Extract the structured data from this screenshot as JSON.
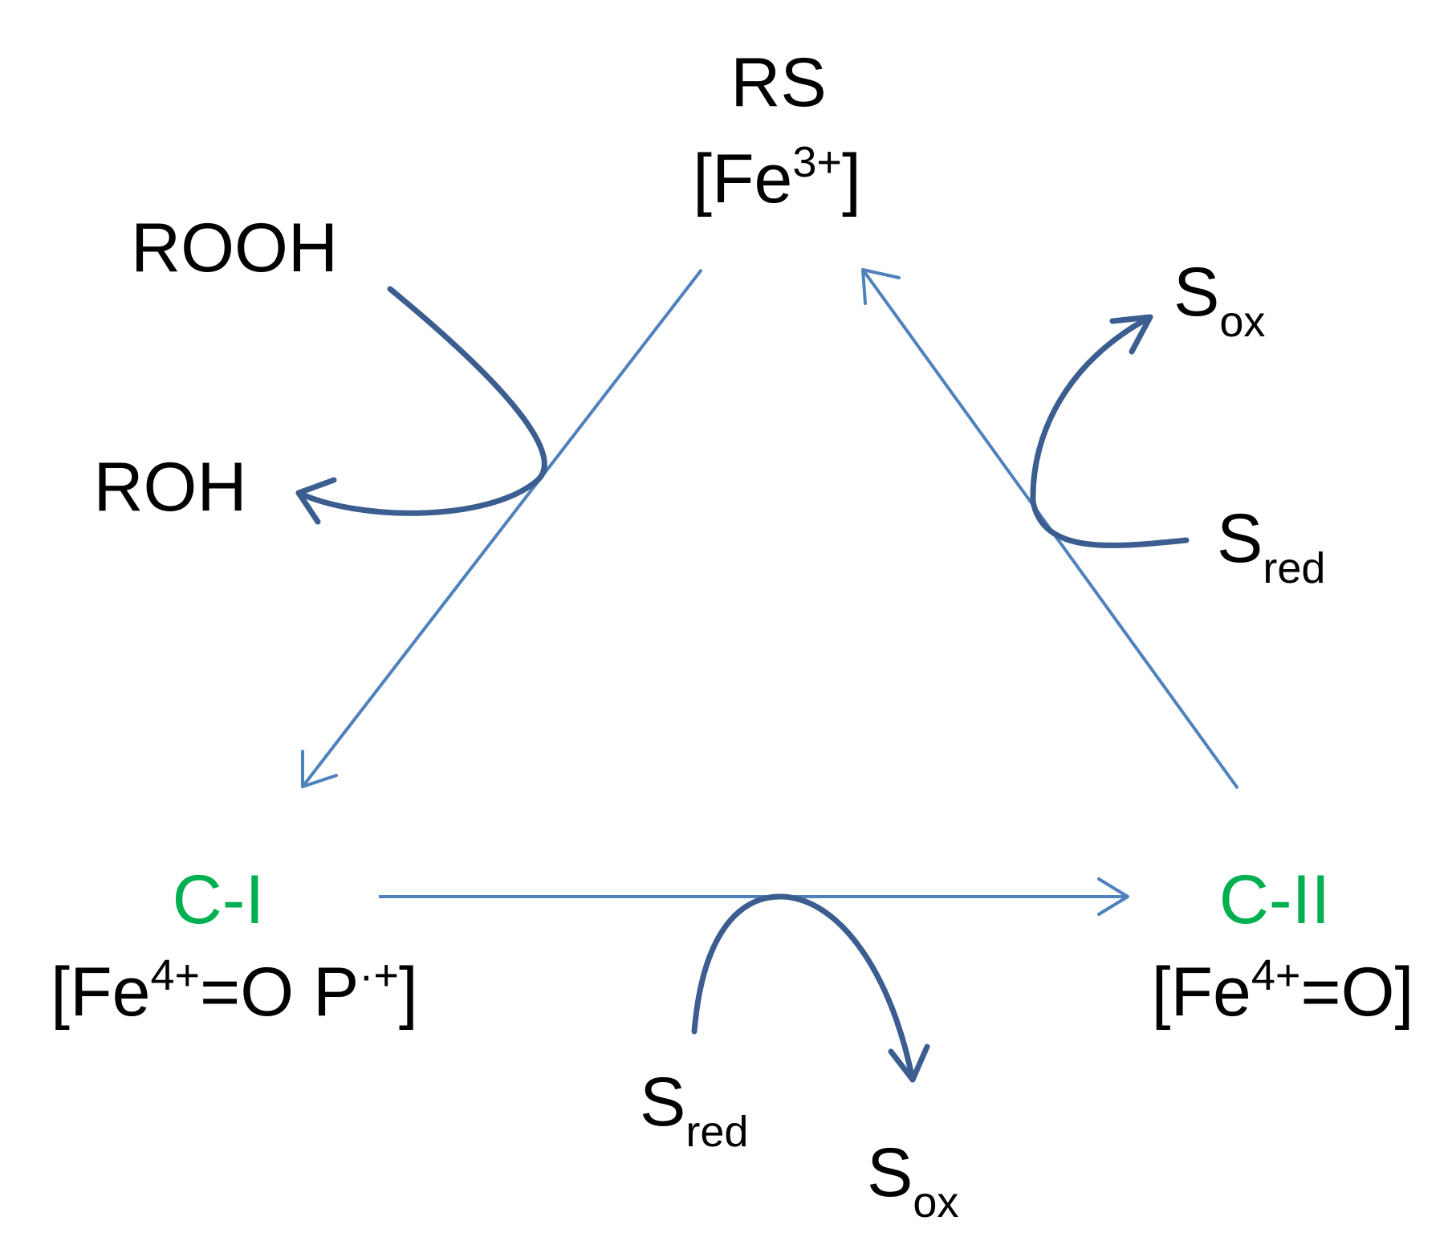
{
  "nodes": {
    "rs": {
      "name": "RS",
      "formula": "[Fe3+]",
      "formula_base": "[Fe",
      "formula_sup": "3+",
      "formula_end": "]"
    },
    "c1": {
      "name": "C-I",
      "name_color": "#00b050",
      "formula": "[Fe4+=O P·+]",
      "formula_base": "[Fe",
      "formula_sup": "4+",
      "formula_mid": "=O P",
      "formula_sup2": "·+",
      "formula_end": "]"
    },
    "c2": {
      "name": "C-II",
      "name_color": "#00b050",
      "formula": "[Fe4+=O]",
      "formula_base": "[Fe",
      "formula_sup": "4+",
      "formula_end": "=O]"
    }
  },
  "species": {
    "rooh": "ROOH",
    "roh": "ROH",
    "s_ox_right": {
      "base": "S",
      "sub": "ox"
    },
    "s_red_right": {
      "base": "S",
      "sub": "red"
    },
    "s_red_bottom": {
      "base": "S",
      "sub": "red"
    },
    "s_ox_bottom": {
      "base": "S",
      "sub": "ox"
    }
  },
  "colors": {
    "cycle_arrow": "#4f81bd",
    "side_arrow": "#3b5d8f",
    "compound_label": "#00b050",
    "text": "#000000"
  }
}
